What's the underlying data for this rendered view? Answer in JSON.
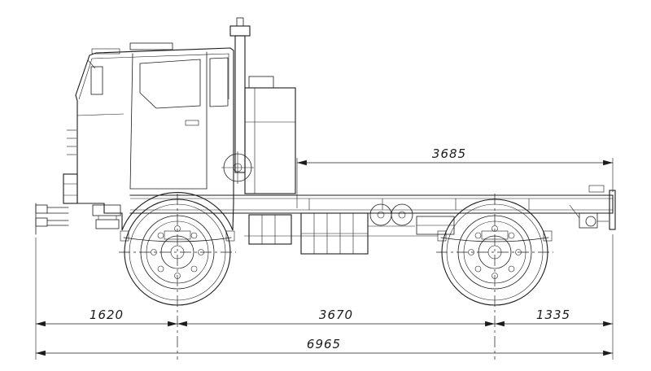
{
  "canvas": {
    "background": "#ffffff",
    "line_color": "#1c1c1c"
  },
  "dimensions": {
    "rear_frame_section": "3685",
    "front_overhang_to_front_axle": "1620",
    "wheelbase": "3670",
    "rear_axle_to_frame_end": "1335",
    "overall_length": "6965"
  }
}
